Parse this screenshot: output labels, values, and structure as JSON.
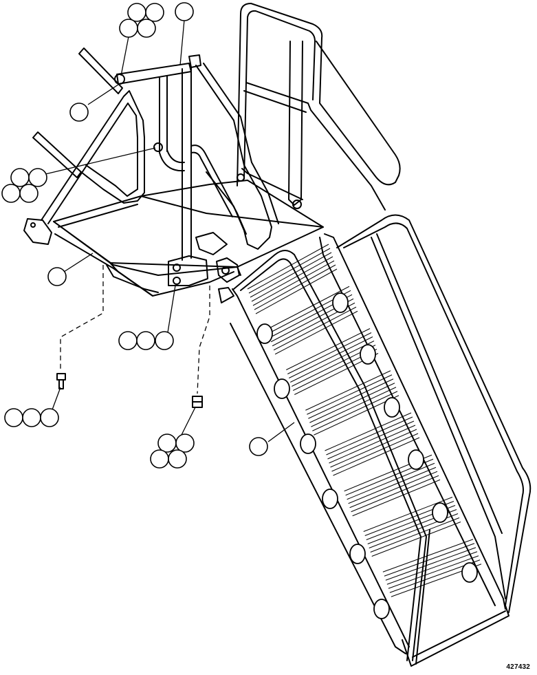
{
  "drawing_number": "427432",
  "colors": {
    "line": "#000000",
    "background": "#ffffff"
  },
  "callouts": [
    {
      "name": "callout-cluster-top-left",
      "bubbles": 4
    },
    {
      "name": "callout-top-single",
      "bubbles": 1
    },
    {
      "name": "callout-rail-pin",
      "bubbles": 1
    },
    {
      "name": "callout-left-cluster",
      "bubbles": 4
    },
    {
      "name": "callout-platform",
      "bubbles": 1
    },
    {
      "name": "callout-pin-triple",
      "bubbles": 3
    },
    {
      "name": "callout-bolt-triple",
      "bubbles": 3
    },
    {
      "name": "callout-nut-cluster",
      "bubbles": 4
    },
    {
      "name": "callout-stair-frame",
      "bubbles": 1
    }
  ]
}
